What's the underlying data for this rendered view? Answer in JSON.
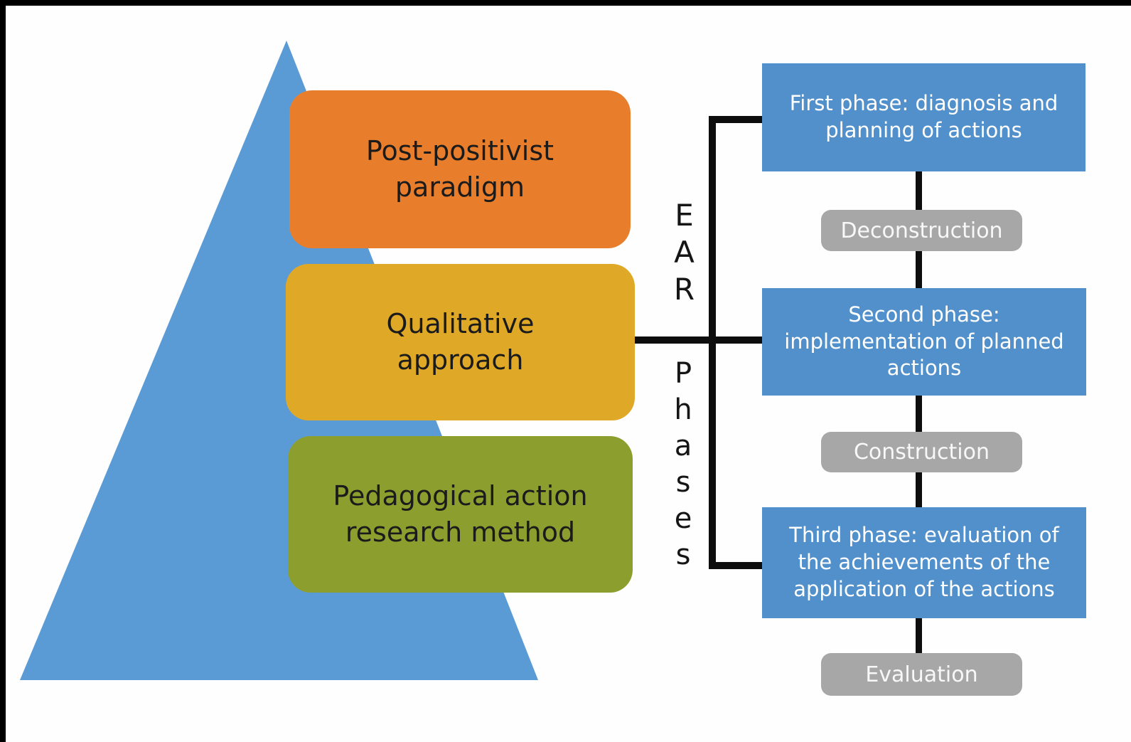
{
  "figure": {
    "background": "#FEFEFE",
    "frame_border_color": "#000000"
  },
  "pyramid": {
    "triangle_color": "#5B9BD5",
    "levels": [
      {
        "label": "Post-positivist\nparadigm",
        "color": "#E87E2B"
      },
      {
        "label": "Qualitative\napproach",
        "color": "#DFA826"
      },
      {
        "label": "Pedagogical action\nresearch method",
        "color": "#8C9E2E"
      }
    ]
  },
  "axis": {
    "top_label": "EAR",
    "bottom_label": "Phases",
    "text_color": "#151515"
  },
  "flow": {
    "phase_box_color": "#5190CA",
    "transition_box_color": "#A7A7A7",
    "connector_color": "#0D0D0D",
    "phases": [
      {
        "label": "First phase: diagnosis and\nplanning of actions"
      },
      {
        "label": "Second phase:\nimplementation of planned\nactions"
      },
      {
        "label": "Third phase: evaluation of\nthe achievements of the\napplication of the actions"
      }
    ],
    "transitions": [
      {
        "label": "Deconstruction"
      },
      {
        "label": "Construction"
      },
      {
        "label": "Evaluation"
      }
    ]
  }
}
